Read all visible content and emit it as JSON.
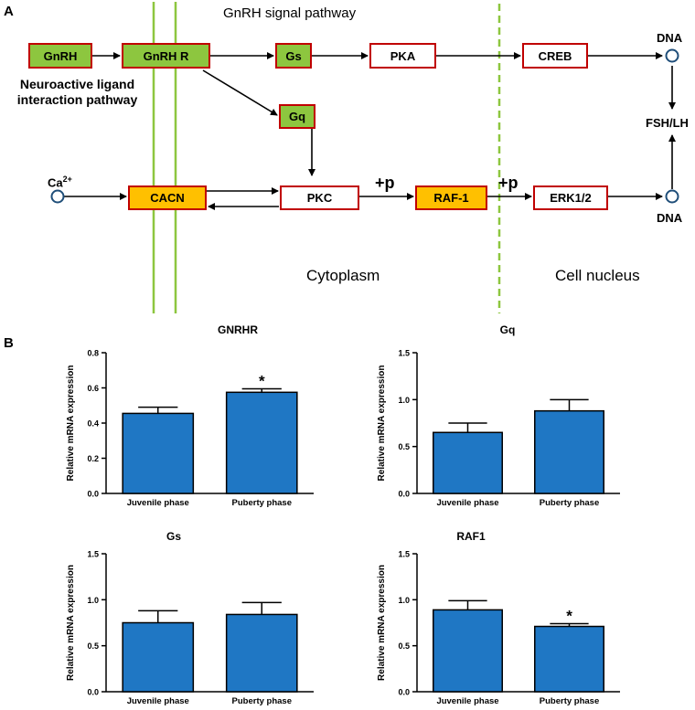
{
  "panel_a_label": "A",
  "panel_b_label": "B",
  "pathway_title": "GnRH signal pathway",
  "neuro_label_line1": "Neuroactive ligand",
  "neuro_label_line2": "interaction pathway",
  "nodes": {
    "gnrh": "GnRH",
    "gnrh_r": "GnRH R",
    "gs": "Gs",
    "pka": "PKA",
    "creb": "CREB",
    "gq": "Gq",
    "cacn": "CACN",
    "pkc": "PKC",
    "raf1": "RAF-1",
    "erk": "ERK1/2"
  },
  "ca_label": "Ca",
  "ca_sup": "2+",
  "dna_top": "DNA",
  "dna_bottom": "DNA",
  "fsh_lh": "FSH/LH",
  "plus_p_1": "+p",
  "plus_p_2": "+p",
  "cytoplasm": "Cytoplasm",
  "cell_nucleus": "Cell nucleus",
  "colors": {
    "green_node": "#8dc63f",
    "orange_node": "#ffc000",
    "node_border": "#c00000",
    "membrane": "#8dc63f",
    "dna_circle": "#1f4e79",
    "bar_fill": "#1f77c4"
  },
  "chart_data": [
    {
      "type": "bar",
      "title": "GNRHR",
      "ylabel": "Relative mRNA expression",
      "categories": [
        "Juvenile phase",
        "Puberty phase"
      ],
      "values": [
        0.455,
        0.575
      ],
      "errors": [
        0.035,
        0.02
      ],
      "significance": [
        "",
        "*"
      ],
      "ylim": [
        0.0,
        0.8
      ],
      "yticks": [
        "0.0",
        "0.2",
        "0.4",
        "0.6",
        "0.8"
      ]
    },
    {
      "type": "bar",
      "title": "Gq",
      "ylabel": "Relative mRNA expression",
      "categories": [
        "Juvenile phase",
        "Puberty phase"
      ],
      "values": [
        0.65,
        0.88
      ],
      "errors": [
        0.1,
        0.12
      ],
      "significance": [
        "",
        ""
      ],
      "ylim": [
        0.0,
        1.5
      ],
      "yticks": [
        "0.0",
        "0.5",
        "1.0",
        "1.5"
      ]
    },
    {
      "type": "bar",
      "title": "Gs",
      "ylabel": "Relative mRNA expression",
      "categories": [
        "Juvenile phase",
        "Puberty phase"
      ],
      "values": [
        0.75,
        0.84
      ],
      "errors": [
        0.13,
        0.13
      ],
      "significance": [
        "",
        ""
      ],
      "ylim": [
        0.0,
        1.5
      ],
      "yticks": [
        "0.0",
        "0.5",
        "1.0",
        "1.5"
      ]
    },
    {
      "type": "bar",
      "title": "RAF1",
      "ylabel": "Relative mRNA expression",
      "categories": [
        "Juvenile phase",
        "Puberty phase"
      ],
      "values": [
        0.89,
        0.71
      ],
      "errors": [
        0.1,
        0.03
      ],
      "significance": [
        "",
        "*"
      ],
      "ylim": [
        0.0,
        1.5
      ],
      "yticks": [
        "0.0",
        "0.5",
        "1.0",
        "1.5"
      ]
    }
  ]
}
